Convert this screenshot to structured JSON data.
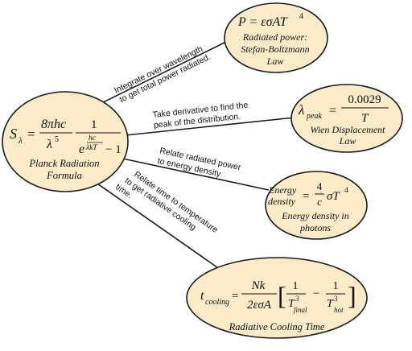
{
  "colors": {
    "node_fill": "#fbebc9",
    "node_stroke": "#1a1a1a",
    "line": "#1a1a1a",
    "text": "#111111"
  },
  "center": {
    "formula": {
      "S": "S",
      "sub": "λ",
      "eq": "=",
      "num1": "8πhc",
      "den1": "λ",
      "den1_sup": "5",
      "num2": "1",
      "den2_base": "e",
      "exp_num": "hc",
      "exp_den": "λkT",
      "den2_tail": "− 1"
    },
    "caption_line1": "Planck Radiation",
    "caption_line2": "Formula"
  },
  "nodes": {
    "stefan": {
      "formula": {
        "lhs": "P = εσAT",
        "sup": "4"
      },
      "caption_line1": "Radiated power:",
      "caption_line2": "Stefan-Boltzmann",
      "caption_line3": "Law"
    },
    "wien": {
      "formula": {
        "lambda": "λ",
        "sub": "peak",
        "eq": "=",
        "num": "0.0029",
        "den": "T"
      },
      "caption_line1": "Wien Displacement",
      "caption_line2": "Law"
    },
    "energy": {
      "formula": {
        "lhs1": "Energy",
        "lhs2": "density",
        "eq": "=",
        "num": "4",
        "den": "c",
        "tail": "σT",
        "sup": "4"
      },
      "caption_line1": "Energy density in",
      "caption_line2": "photons"
    },
    "cooling": {
      "formula": {
        "t": "t",
        "sub": "cooling",
        "eq": "=",
        "num": "Nk",
        "den": "2εσA",
        "lbr": "[",
        "f1_num": "1",
        "f1_den": "T",
        "f1_sup": "3",
        "f1_sub": "final",
        "minus": "−",
        "f2_num": "1",
        "f2_den": "T",
        "f2_sup": "3",
        "f2_sub": "hot",
        "rbr": "]"
      },
      "caption": "Radiative Cooling Time"
    }
  },
  "edges": {
    "stefan": {
      "line1": "Integrate over wavelength",
      "line2": "to get total power radiated."
    },
    "wien": {
      "line1": "Take derivative to find the",
      "line2": "peak of the distribution."
    },
    "energy": {
      "line1": "Relate radiated power",
      "line2": "to energy density"
    },
    "cooling": {
      "line1": "Relate time to temperature",
      "line2": "to get radiative cooling",
      "line3": "time."
    }
  }
}
